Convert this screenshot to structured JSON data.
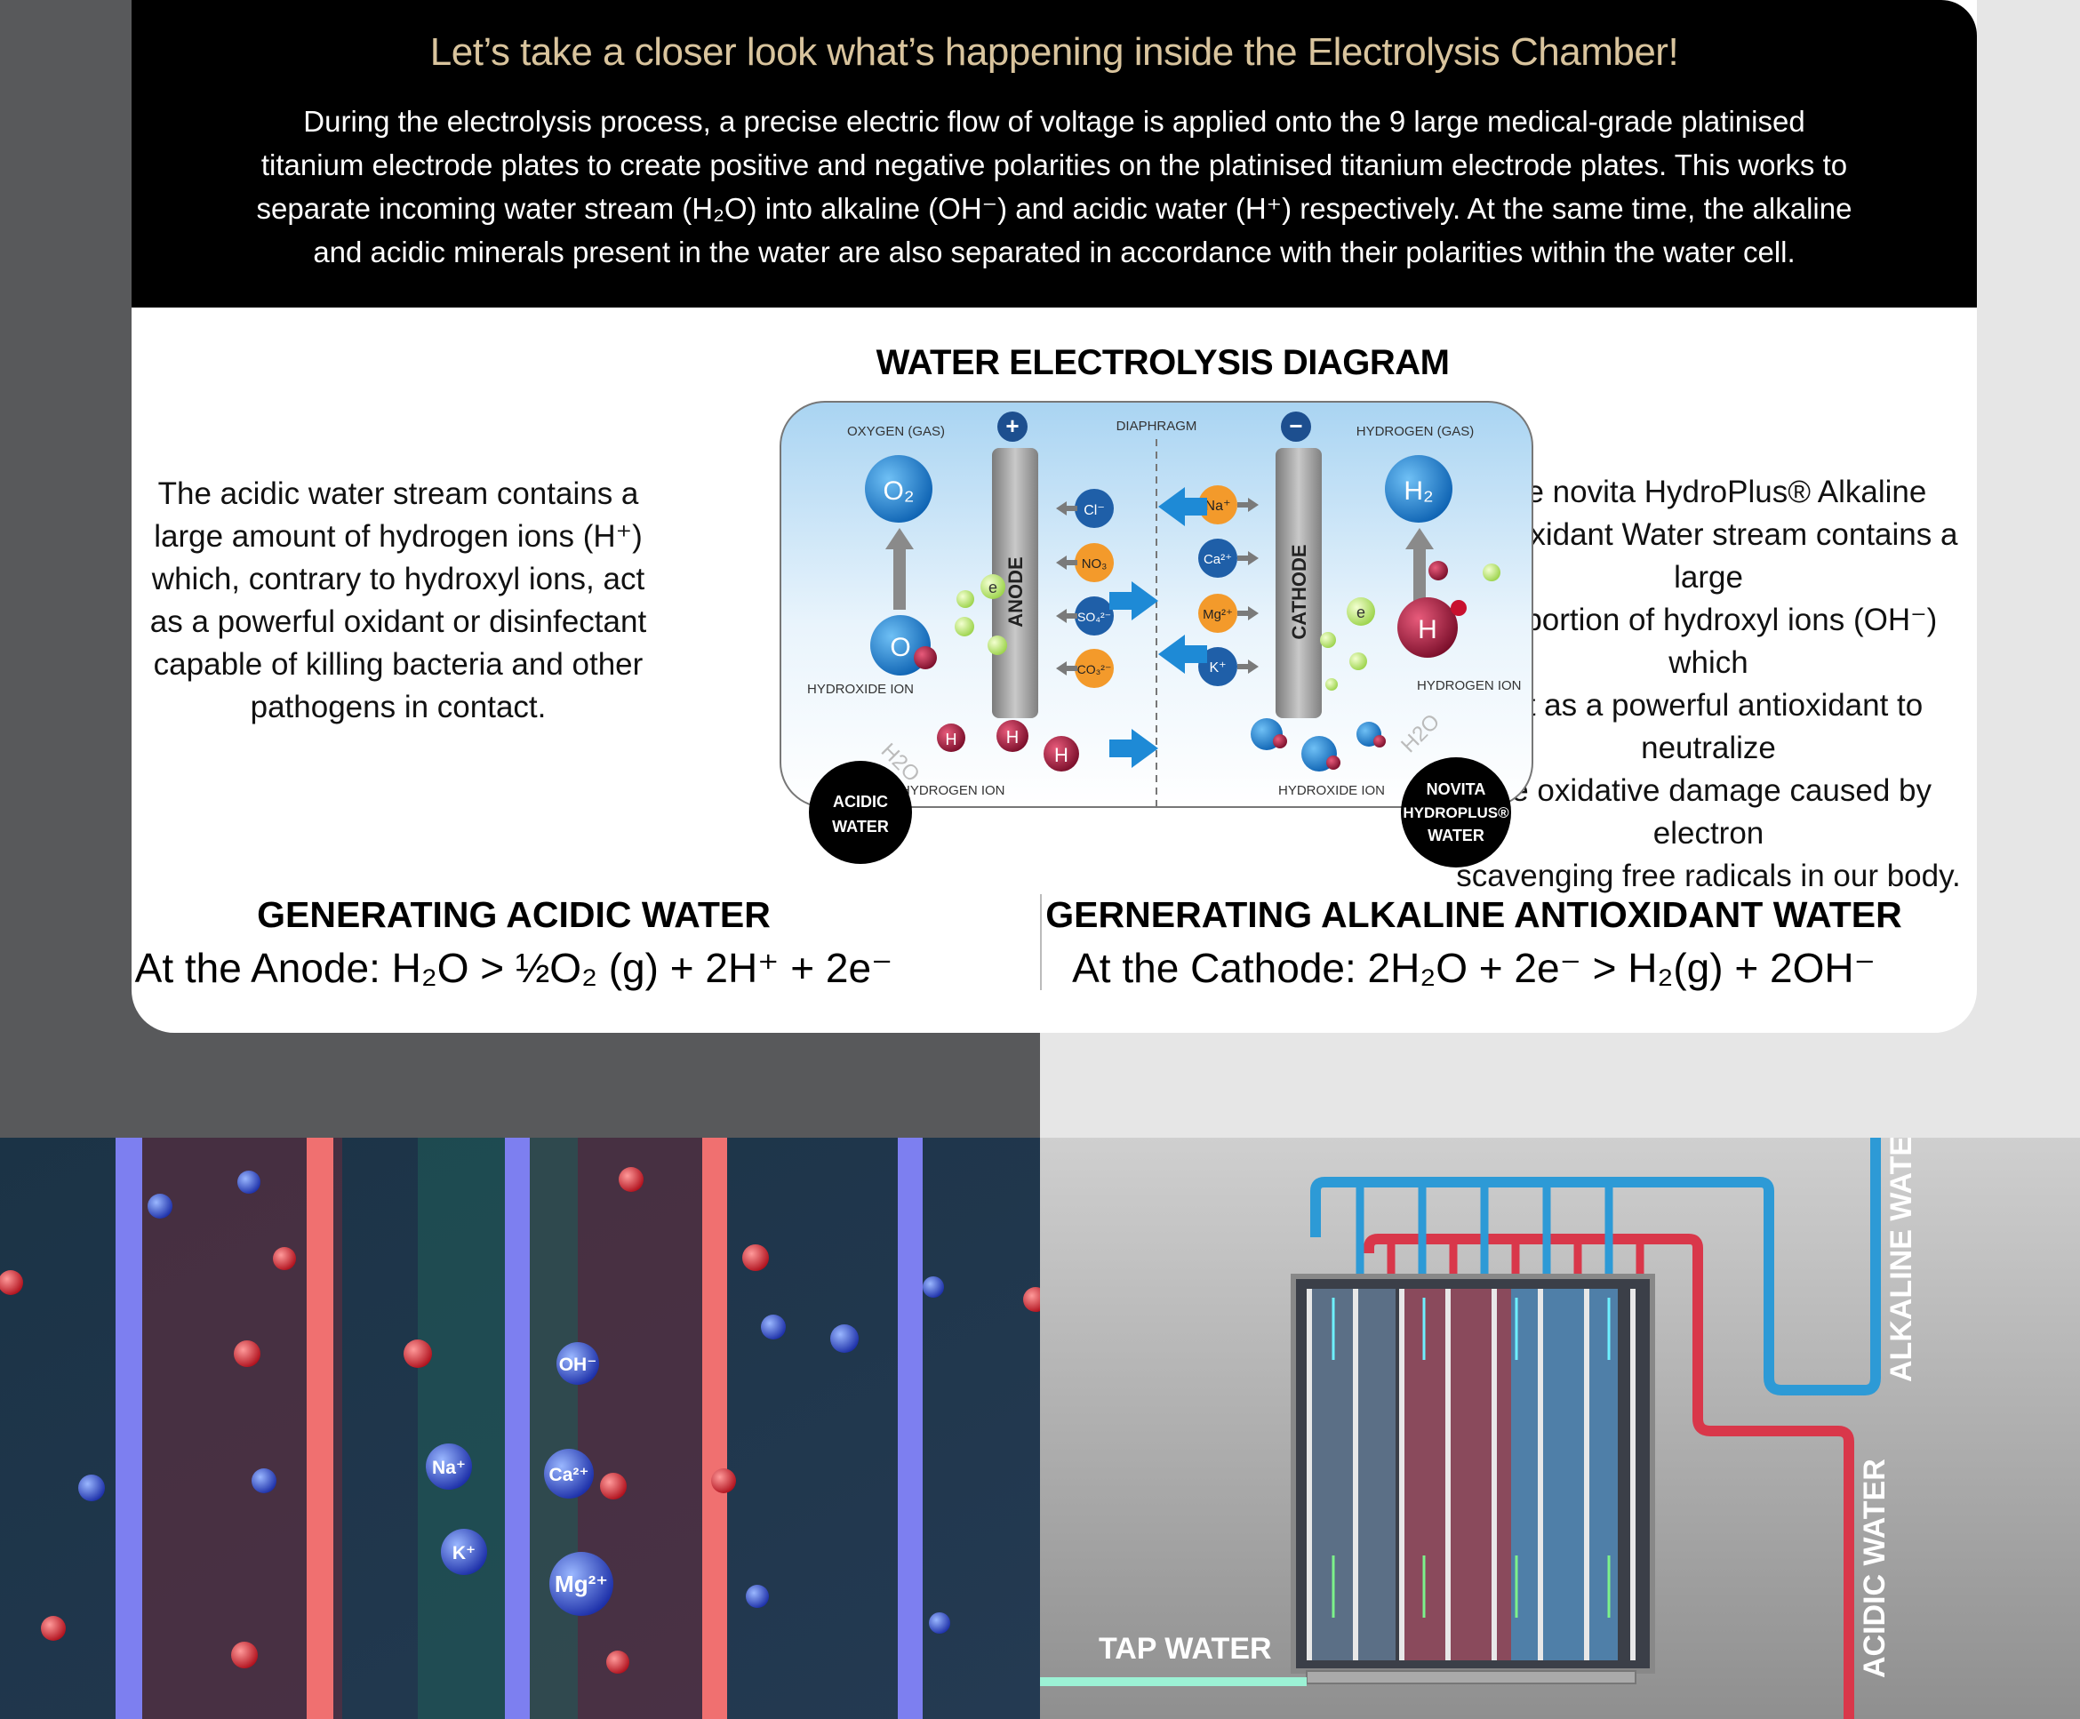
{
  "header": {
    "headline": "Let’s take a closer look what’s happening inside the Electrolysis Chamber!",
    "intro_lines": [
      "During the electrolysis process, a precise electric flow of voltage is applied onto the 9 large medical-grade platinised",
      "titanium electrode plates to create positive and negative polarities on the platinised titanium electrode plates. This works to",
      "separate incoming water stream (H₂O) into alkaline (OH⁻) and acidic water (H⁺) respectively. At the same time, the alkaline",
      "and acidic minerals present in the water are also separated in accordance with their polarities within the water cell."
    ]
  },
  "diagram": {
    "title": "WATER ELECTROLYSIS DIAGRAM",
    "labels": {
      "oxygen_gas": "OXYGEN (GAS)",
      "diaphragm": "DIAPHRAGM",
      "hydrogen_gas": "HYDROGEN (GAS)",
      "anode": "ANODE",
      "cathode": "CATHODE",
      "hydroxide_ion_left": "HYDROXIDE ION",
      "hydrogen_ion_left": "HYDROGEN ION",
      "hydrogen_ion_right": "HYDROGEN ION",
      "hydroxide_ion_right": "HYDROXIDE ION",
      "h2o": "H2O",
      "plus": "+",
      "minus": "−"
    },
    "molecules": {
      "o2": "O₂",
      "h2": "H₂",
      "o": "O",
      "h": "H",
      "e": "e",
      "anions": [
        "Cl⁻",
        "NO₃",
        "SO₄²⁻",
        "CO₃²⁻"
      ],
      "cations": [
        "Na⁺",
        "Ca²⁺",
        "Mg²⁺",
        "K⁺"
      ]
    },
    "badges": {
      "acidic": [
        "ACIDIC",
        "WATER"
      ],
      "novita": [
        "NOVITA",
        "HYDROPLUS®",
        "WATER"
      ]
    },
    "colors": {
      "acid_ion": "#1f5fa8",
      "base_ion": "#f39a2b",
      "panel_top": "#cfe6f7",
      "arrow_blue": "#1e8ad6"
    }
  },
  "left_text": [
    "The acidic water stream contains a",
    "large amount of hydrogen ions (H⁺)",
    "which, contrary to hydroxyl ions, act",
    "as a powerful oxidant or disinfectant",
    "capable of killing bacteria and other",
    "pathogens in contact."
  ],
  "right_text": [
    "The novita HydroPlus® Alkaline",
    "Antioxidant Water stream contains a large",
    "proportion of hydroxyl ions (OH⁻) which",
    "act as a powerful antioxidant to neutralize",
    "the oxidative damage caused by electron",
    "scavenging free radicals in our body."
  ],
  "equations": {
    "acidic_heading": "GENERATING ACIDIC WATER",
    "acidic_eq": "At the Anode: H₂O  >  ½O₂ (g) + 2H⁺ + 2e⁻",
    "alkaline_heading": "GERNERATING ALKALINE ANTIOXIDANT WATER",
    "alkaline_eq": "At the Cathode: 2H₂O + 2e⁻  >  H₂(g) + 2OH⁻"
  },
  "bottom_left": {
    "ion_labels": [
      "OH⁻",
      "Na⁺",
      "Ca²⁺",
      "K⁺",
      "Mg²⁺"
    ]
  },
  "bottom_right": {
    "alkaline_label": "ALKALINE WATER",
    "acidic_label": "ACIDIC WATER",
    "tap_label": "TAP WATER"
  }
}
